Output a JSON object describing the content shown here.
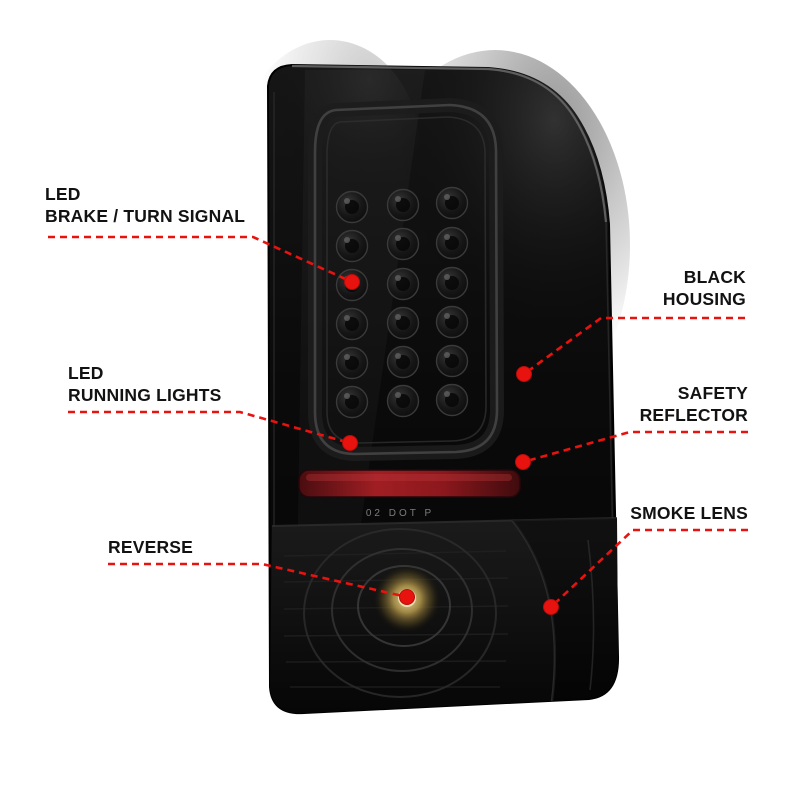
{
  "page": {
    "background_color": "#ffffff",
    "accent_color": "#e8120f"
  },
  "product": {
    "type": "tail-light",
    "housing_marking": "02 DOT P"
  },
  "callouts": [
    {
      "id": "led-brake-turn-signal",
      "side": "left",
      "lines": [
        "LED",
        "BRAKE / TURN SIGNAL"
      ]
    },
    {
      "id": "led-running-lights",
      "side": "left",
      "lines": [
        "LED",
        "RUNNING LIGHTS"
      ]
    },
    {
      "id": "reverse",
      "side": "left",
      "lines": [
        "REVERSE"
      ]
    },
    {
      "id": "black-housing",
      "side": "right",
      "lines": [
        "BLACK",
        "HOUSING"
      ]
    },
    {
      "id": "safety-reflector",
      "side": "right",
      "lines": [
        "SAFETY",
        "REFLECTOR"
      ]
    },
    {
      "id": "smoke-lens",
      "side": "right",
      "lines": [
        "SMOKE LENS"
      ]
    }
  ]
}
